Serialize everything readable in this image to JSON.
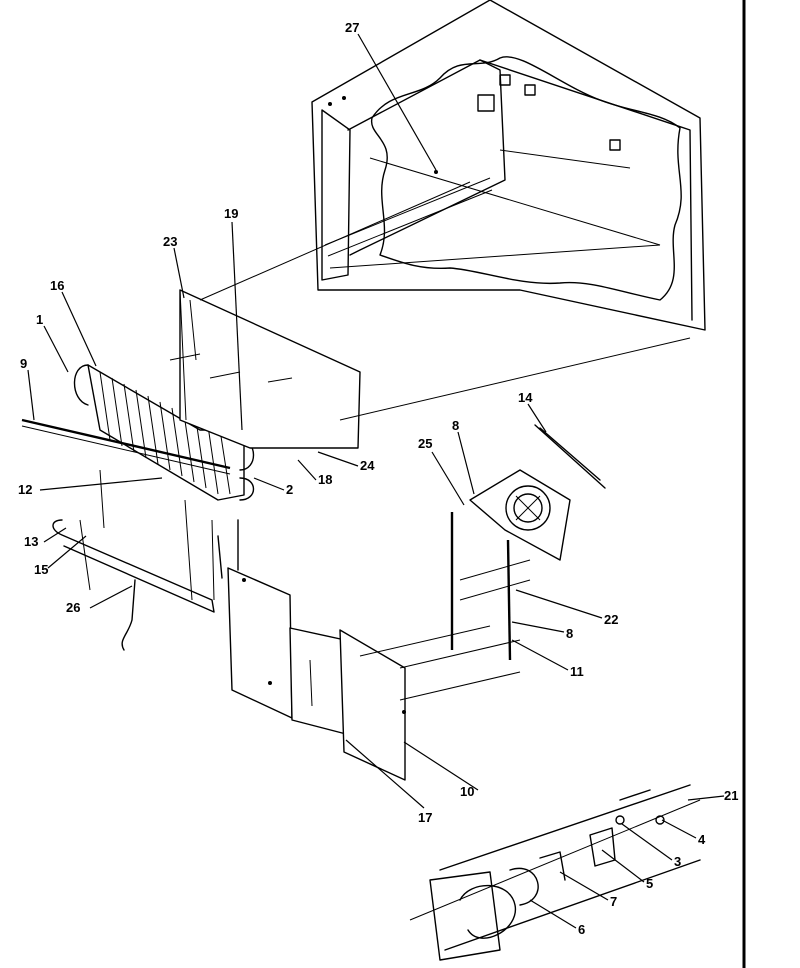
{
  "callouts": [
    {
      "id": "c27",
      "label": "27"
    },
    {
      "id": "c19",
      "label": "19"
    },
    {
      "id": "c23",
      "label": "23"
    },
    {
      "id": "c16a",
      "label": "16"
    },
    {
      "id": "c1",
      "label": "1"
    },
    {
      "id": "c9",
      "label": "9"
    },
    {
      "id": "c14",
      "label": "14"
    },
    {
      "id": "c8a",
      "label": "8"
    },
    {
      "id": "c25",
      "label": "25"
    },
    {
      "id": "c24",
      "label": "24"
    },
    {
      "id": "c18",
      "label": "18"
    },
    {
      "id": "c2",
      "label": "2"
    },
    {
      "id": "c12",
      "label": "12"
    },
    {
      "id": "c13",
      "label": "13"
    },
    {
      "id": "c15",
      "label": "15"
    },
    {
      "id": "c26",
      "label": "26"
    },
    {
      "id": "c22",
      "label": "22"
    },
    {
      "id": "c8b",
      "label": "8"
    },
    {
      "id": "c11",
      "label": "11"
    },
    {
      "id": "c10",
      "label": "10"
    },
    {
      "id": "c17",
      "label": "17"
    },
    {
      "id": "c21",
      "label": "21"
    },
    {
      "id": "c4",
      "label": "4"
    },
    {
      "id": "c3",
      "label": "3"
    },
    {
      "id": "c5",
      "label": "5"
    },
    {
      "id": "c7",
      "label": "7"
    },
    {
      "id": "c6",
      "label": "6"
    }
  ]
}
